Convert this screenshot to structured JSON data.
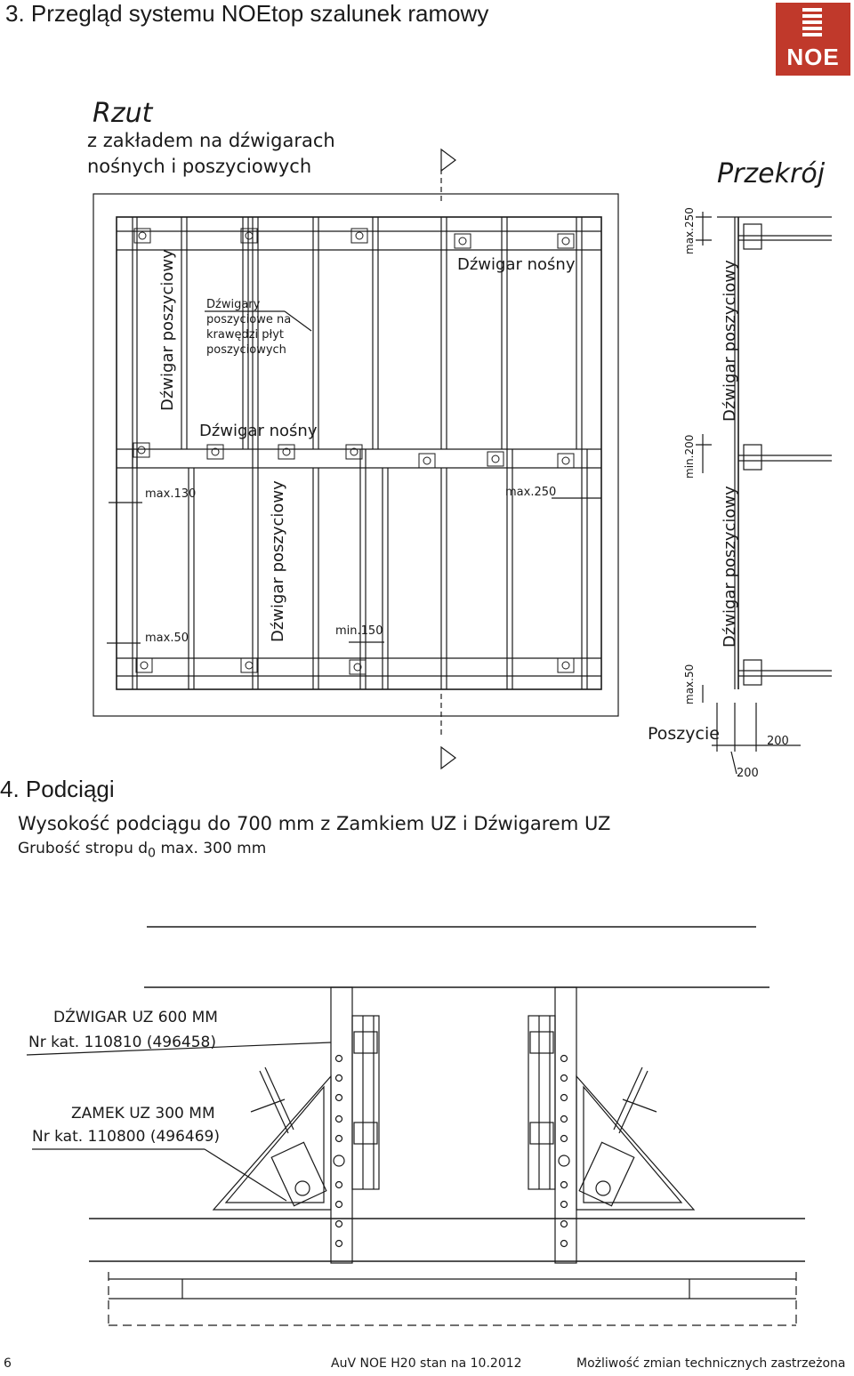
{
  "header": {
    "section_title": "3. Przegląd systemu NOEtop szalunek ramowy",
    "logo_text": "NOE",
    "logo_color": "#c0392b"
  },
  "plan": {
    "title": "Rzut",
    "subtitle_line1": "z zakładem na dźwigarach",
    "subtitle_line2": "nośnych i poszyciowych",
    "label_dzwigar_poszyciowy": "Dźwigar poszyciowy",
    "label_dzwigar_nosny": "Dźwigar nośny",
    "callout_line1": "Dźwigary",
    "callout_line2": "poszyciowe na",
    "callout_line3": "krawędzi płyt",
    "callout_line4": "poszyciowych",
    "dim_max130": "max.130",
    "dim_max50": "max.50",
    "dim_min150": "min.150",
    "dim_max250": "max.250"
  },
  "section_view": {
    "title": "Przekrój",
    "dim_max250": "max.250",
    "dim_min200": "min.200",
    "dim_max50": "max.50",
    "label_dzwigar_poszyciowy": "Dźwigar poszyciowy",
    "label_poszycie": "Poszycie",
    "dim_200_a": "200",
    "dim_200_b": "200"
  },
  "section4": {
    "title": "4. Podciągi",
    "line1": "Wysokość podciągu do 700 mm z Zamkiem UZ i Dźwigarem UZ",
    "line2_prefix": "Grubość stropu d",
    "line2_sub": "0",
    "line2_suffix": " max. 300 mm"
  },
  "detail": {
    "label1_line1": "DŹWIGAR UZ 600 MM",
    "label1_line2": "Nr kat. 110810 (496458)",
    "label2_line1": "ZAMEK UZ 300 MM",
    "label2_line2": "Nr kat. 110800 (496469)"
  },
  "footer": {
    "page_number": "6",
    "center": "AuV NOE H20 stan na 10.2012",
    "right": "Możliwość zmian technicznych zastrzeżona"
  }
}
